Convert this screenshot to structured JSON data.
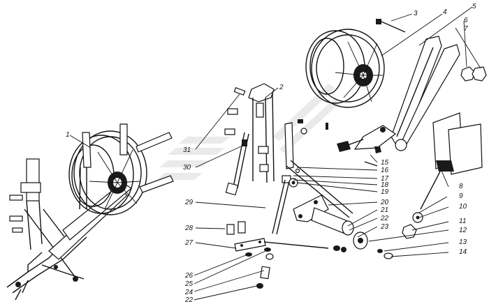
{
  "callouts": [
    {
      "id": "c1",
      "text": "1"
    },
    {
      "id": "c2",
      "text": "2"
    },
    {
      "id": "c3",
      "text": "3"
    },
    {
      "id": "c4",
      "text": "4"
    },
    {
      "id": "c5",
      "text": "5"
    },
    {
      "id": "c6",
      "text": "6"
    },
    {
      "id": "c7",
      "text": "7"
    },
    {
      "id": "c8",
      "text": "8"
    },
    {
      "id": "c9",
      "text": "9"
    },
    {
      "id": "c10",
      "text": "10"
    },
    {
      "id": "c11",
      "text": "11"
    },
    {
      "id": "c12",
      "text": "12"
    },
    {
      "id": "c13",
      "text": "13"
    },
    {
      "id": "c14",
      "text": "14"
    },
    {
      "id": "c15",
      "text": "15"
    },
    {
      "id": "c16",
      "text": "16"
    },
    {
      "id": "c17",
      "text": "17"
    },
    {
      "id": "c18",
      "text": "18"
    },
    {
      "id": "c19",
      "text": "19"
    },
    {
      "id": "c20",
      "text": "20"
    },
    {
      "id": "c21",
      "text": "21"
    },
    {
      "id": "c22a",
      "text": "22"
    },
    {
      "id": "c23",
      "text": "23"
    },
    {
      "id": "c24",
      "text": "24"
    },
    {
      "id": "c25",
      "text": "25"
    },
    {
      "id": "c26",
      "text": "26"
    },
    {
      "id": "c27",
      "text": "27"
    },
    {
      "id": "c28",
      "text": "28"
    },
    {
      "id": "c29",
      "text": "29"
    },
    {
      "id": "c30",
      "text": "30"
    },
    {
      "id": "c31",
      "text": "31"
    },
    {
      "id": "c22b",
      "text": "22"
    }
  ]
}
